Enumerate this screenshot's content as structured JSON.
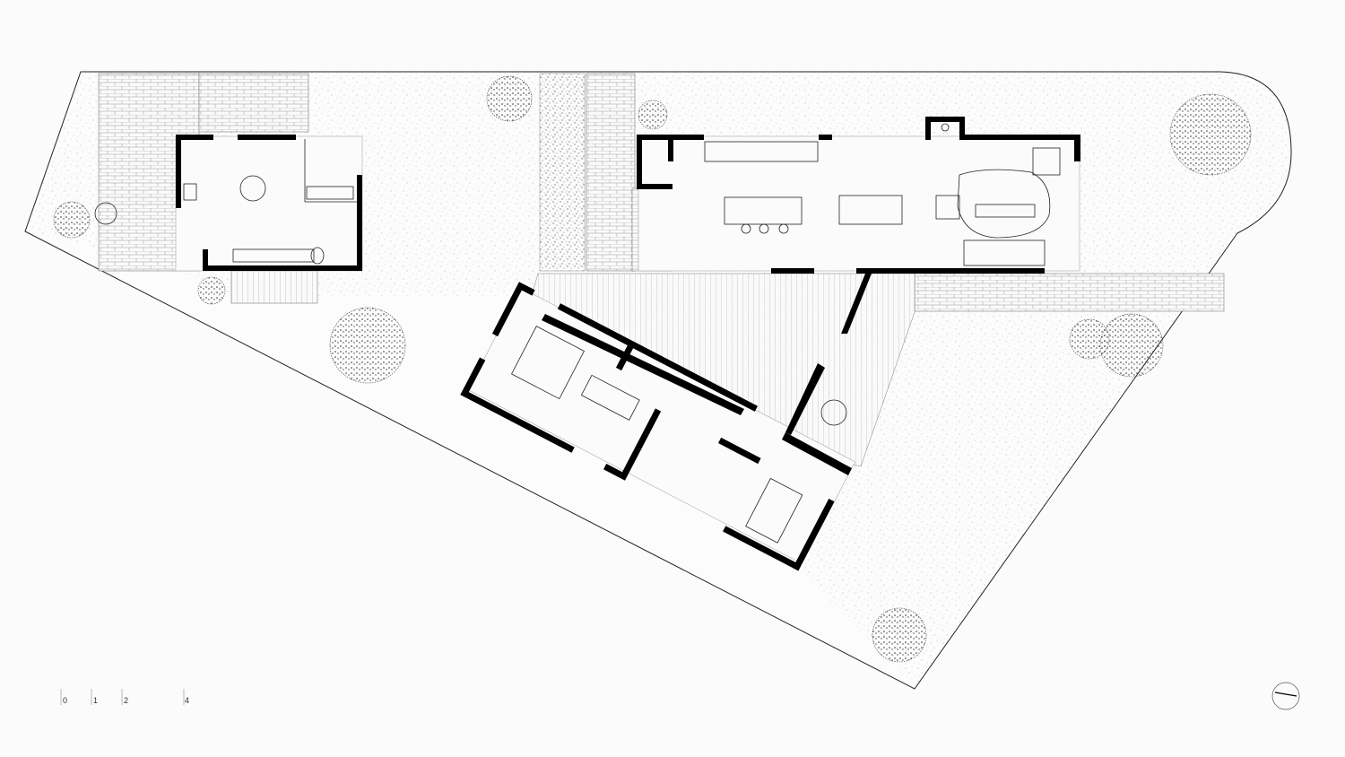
{
  "drawing": {
    "type": "architectural site floor plan",
    "colors": {
      "wall": "#000000",
      "line": "#222222",
      "background": "#fbfbfb"
    }
  },
  "scale_bar": {
    "labels": [
      "0",
      "1",
      "2",
      "4"
    ]
  },
  "north_arrow": {
    "icon": "north-arrow-icon"
  }
}
